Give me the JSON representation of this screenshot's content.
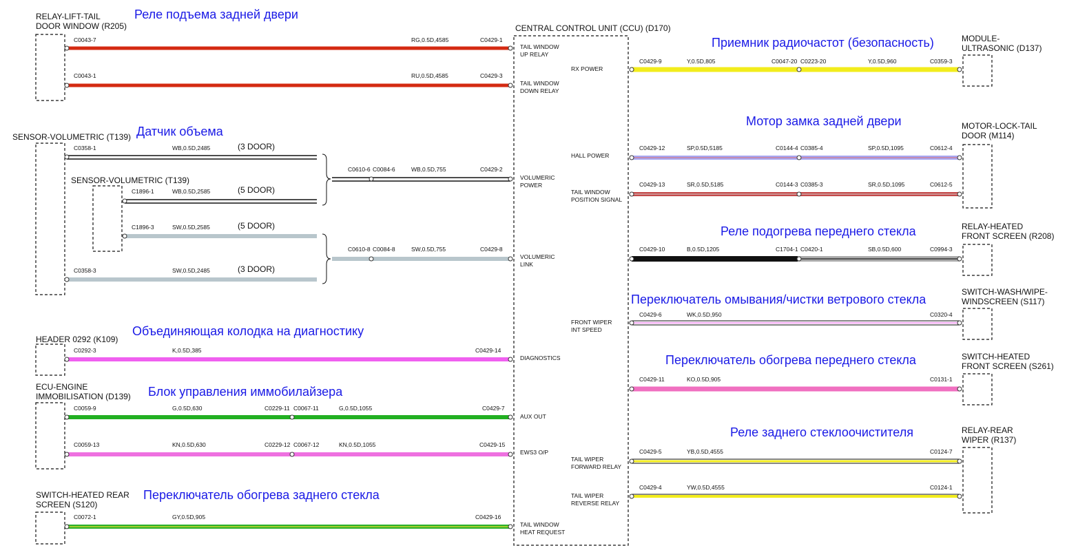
{
  "colors": {
    "RG": "#d42a12",
    "RU": "#d42a12",
    "WB": "#111111",
    "SW": "#b8c6cc",
    "K": "#f060f0",
    "G": "#22b022",
    "KN": "#ee70e0",
    "GY": "#2ab02a",
    "Y": "#f2ec1c",
    "SP": "#a6a6f2",
    "SR": "#c44a4a",
    "B": "#111111",
    "SB": "#aaaaaa",
    "WK": "#f2b0f2",
    "KO": "#f070c0",
    "YB": "#f2ec1c",
    "YW": "#f2ec1c",
    "annotation": "#1a1ae6"
  },
  "ccu": {
    "name": "CENTRAL CONTROL UNIT (CCU) (D170)"
  },
  "left_components": [
    {
      "id": "r205",
      "name": "RELAY-LIFT-TAIL\nDOOR WINDOW (R205)",
      "ru": "Реле подъема задней двери"
    },
    {
      "id": "t139",
      "name": "SENSOR-VOLUMETRIC (T139)",
      "ru": "Датчик объема"
    },
    {
      "id": "t139b",
      "name": "SENSOR-VOLUMETRIC (T139)",
      "ru": ""
    },
    {
      "id": "k109",
      "name": "HEADER 0292 (K109)",
      "ru": "Объединяющая колодка на диагностику"
    },
    {
      "id": "d139",
      "name": "ECU-ENGINE\nIMMOBILISATION (D139)",
      "ru": "Блок управления иммобилайзера"
    },
    {
      "id": "s120",
      "name": "SWITCH-HEATED REAR\nSCREEN (S120)",
      "ru": "Переключатель обогрева заднего стекла"
    }
  ],
  "right_components": [
    {
      "id": "d137",
      "name": "MODULE-\nULTRASONIC (D137)",
      "ru": "Приемник радиочастот (безопасность)"
    },
    {
      "id": "m114",
      "name": "MOTOR-LOCK-TAIL\nDOOR (M114)",
      "ru": "Мотор замка задней двери"
    },
    {
      "id": "r208",
      "name": "RELAY-HEATED\nFRONT SCREEN (R208)",
      "ru": "Реле подогрева переднего стекла"
    },
    {
      "id": "s117",
      "name": "SWITCH-WASH/WIPE-\nWINDSCREEN (S117)",
      "ru": "Переключатель омывания/чистки ветрового стекла"
    },
    {
      "id": "s261",
      "name": "SWITCH-HEATED\nFRONT SCREEN (S261)",
      "ru": "Переключатель обогрева переднего стекла"
    },
    {
      "id": "r137",
      "name": "RELAY-REAR\nWIPER (R137)",
      "ru": "Реле заднего стеклоочистителя"
    }
  ],
  "left_pins": [
    {
      "name": "TAIL WINDOW\nUP RELAY"
    },
    {
      "name": "TAIL WINDOW\nDOWN RELAY"
    },
    {
      "name": "VOLUMERIC\nPOWER"
    },
    {
      "name": "VOLUMERIC\nLINK"
    },
    {
      "name": "DIAGNOSTICS"
    },
    {
      "name": "AUX OUT"
    },
    {
      "name": "EWS3 O/P"
    },
    {
      "name": "TAIL WINDOW\nHEAT REQUEST"
    }
  ],
  "right_pins": [
    {
      "name": "RX POWER"
    },
    {
      "name": "HALL POWER"
    },
    {
      "name": "TAIL WINDOW\nPOSITION SIGNAL"
    },
    {
      "name": "FRONT WIPER\nINT SPEED"
    },
    {
      "name": "TAIL WIPER\nFORWARD RELAY"
    },
    {
      "name": "TAIL WIPER\nREVERSE RELAY"
    }
  ],
  "wires": [
    {
      "id": "w1",
      "segments": [
        {
          "color": "RG",
          "spec": "RG,0.5D,4585"
        }
      ],
      "connectors": [
        "C0043-7",
        "C0429-1"
      ]
    },
    {
      "id": "w2",
      "segments": [
        {
          "color": "RU",
          "spec": "RU,0.5D,4585"
        }
      ],
      "connectors": [
        "C0043-1",
        "C0429-3"
      ]
    },
    {
      "id": "w3",
      "segments": [
        {
          "color": "WB",
          "spec": "WB,0.5D,2485"
        }
      ],
      "connectors": [
        "C0358-1"
      ],
      "note": "(3 DOOR)"
    },
    {
      "id": "w4",
      "segments": [
        {
          "color": "WB",
          "spec": "WB,0.5D,2585"
        }
      ],
      "connectors": [
        "C1896-1"
      ],
      "note": "(5 DOOR)"
    },
    {
      "id": "w5",
      "segments": [
        {
          "color": "SW",
          "spec": "SW,0.5D,2585"
        }
      ],
      "connectors": [
        "C1896-3"
      ],
      "note": "(5 DOOR)"
    },
    {
      "id": "w6",
      "segments": [
        {
          "color": "SW",
          "spec": "SW,0.5D,2485"
        }
      ],
      "connectors": [
        "C0358-3"
      ],
      "note": "(3 DOOR)"
    },
    {
      "id": "w7",
      "segments": [
        {
          "color": "WB",
          "spec": "WB,0.5D,755"
        }
      ],
      "connectors": [
        "C0610-6",
        "C0084-6",
        "C0429-2"
      ]
    },
    {
      "id": "w8",
      "segments": [
        {
          "color": "SW",
          "spec": "SW,0.5D,755"
        }
      ],
      "connectors": [
        "C0610-8",
        "C0084-8",
        "C0429-8"
      ]
    },
    {
      "id": "w9",
      "segments": [
        {
          "color": "K",
          "spec": "K,0.5D,385"
        }
      ],
      "connectors": [
        "C0292-3",
        "C0429-14"
      ]
    },
    {
      "id": "w10",
      "segments": [
        {
          "color": "G",
          "spec": "G,0.5D,630"
        },
        {
          "color": "G",
          "spec": "G,0.5D,1055"
        }
      ],
      "connectors": [
        "C0059-9",
        "C0229-11",
        "C0067-11",
        "C0429-7"
      ]
    },
    {
      "id": "w11",
      "segments": [
        {
          "color": "KN",
          "spec": "KN,0.5D,630"
        },
        {
          "color": "KN",
          "spec": "KN,0.5D,1055"
        }
      ],
      "connectors": [
        "C0059-13",
        "C0229-12",
        "C0067-12",
        "C0429-15"
      ]
    },
    {
      "id": "w12",
      "segments": [
        {
          "color": "GY",
          "spec": "GY,0.5D,905"
        }
      ],
      "connectors": [
        "C0072-1",
        "C0429-16"
      ]
    },
    {
      "id": "w13",
      "segments": [
        {
          "color": "Y",
          "spec": "Y,0.5D,805"
        },
        {
          "color": "Y",
          "spec": "Y,0.5D,960"
        }
      ],
      "connectors": [
        "C0429-9",
        "C0047-20",
        "C0223-20",
        "C0359-3"
      ]
    },
    {
      "id": "w14",
      "segments": [
        {
          "color": "SP",
          "spec": "SP,0.5D,5185"
        },
        {
          "color": "SP",
          "spec": "SP,0.5D,1095"
        }
      ],
      "connectors": [
        "C0429-12",
        "C0144-4",
        "C0385-4",
        "C0612-4"
      ]
    },
    {
      "id": "w15",
      "segments": [
        {
          "color": "SR",
          "spec": "SR,0.5D,5185"
        },
        {
          "color": "SR",
          "spec": "SR,0.5D,1095"
        }
      ],
      "connectors": [
        "C0429-13",
        "C0144-3",
        "C0385-3",
        "C0612-5"
      ]
    },
    {
      "id": "w16",
      "segments": [
        {
          "color": "B",
          "spec": "B,0.5D,1205"
        },
        {
          "color": "SB",
          "spec": "SB,0.5D,600"
        }
      ],
      "connectors": [
        "C0429-10",
        "C1704-1",
        "C0420-1",
        "C0994-3"
      ]
    },
    {
      "id": "w17",
      "segments": [
        {
          "color": "WK",
          "spec": "WK,0.5D,950"
        }
      ],
      "connectors": [
        "C0429-6",
        "C0320-4"
      ]
    },
    {
      "id": "w18",
      "segments": [
        {
          "color": "KO",
          "spec": "KO,0.5D,905"
        }
      ],
      "connectors": [
        "C0429-11",
        "C0131-1"
      ]
    },
    {
      "id": "w19",
      "segments": [
        {
          "color": "YB",
          "spec": "YB,0.5D,4555"
        }
      ],
      "connectors": [
        "C0429-5",
        "C0124-7"
      ]
    },
    {
      "id": "w20",
      "segments": [
        {
          "color": "YW",
          "spec": "YW,0.5D,4555"
        }
      ],
      "connectors": [
        "C0429-4",
        "C0124-1"
      ]
    }
  ]
}
